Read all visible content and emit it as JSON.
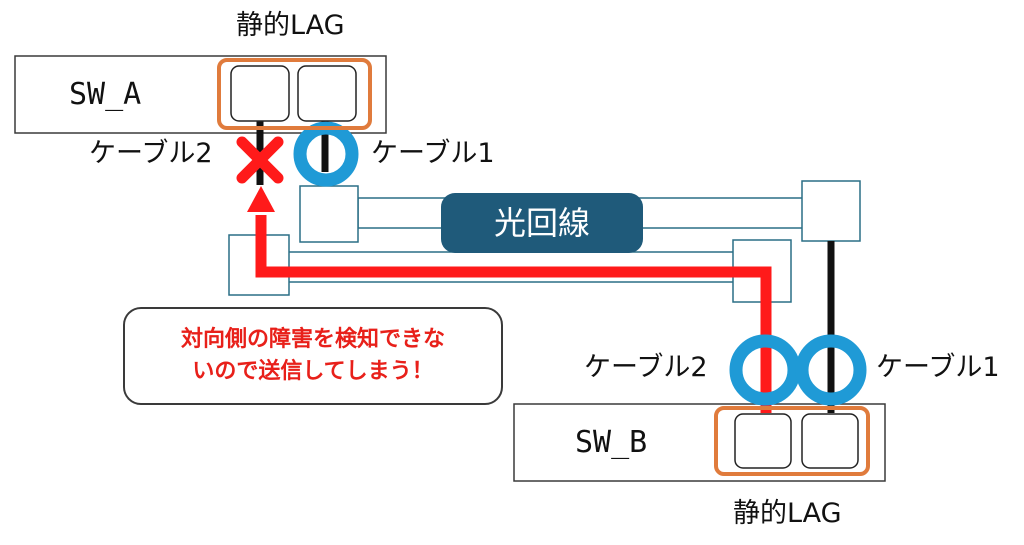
{
  "switch_a": {
    "name": "SW_A",
    "lag_label": "静的LAG"
  },
  "switch_b": {
    "name": "SW_B",
    "lag_label": "静的LAG"
  },
  "cables": {
    "a_cable1": "ケーブル1",
    "a_cable2": "ケーブル2",
    "b_cable1": "ケーブル1",
    "b_cable2": "ケーブル2"
  },
  "optical_line_label": "光回線",
  "callout": {
    "line1": "対向側の障害を検知できな",
    "line2": "いので送信してしまう！"
  },
  "colors": {
    "lag_frame": "#e07b3c",
    "line_outline": "#2a6f86",
    "optical_pill": "#1f5a7a",
    "ring": "#1f9ad6",
    "traffic": "#ff1a1a",
    "failure_mark": "#ff1a1a",
    "callout_text": "#e8201a"
  },
  "icons": {
    "failure": "cross-icon",
    "healthy_link": "ring-icon"
  }
}
